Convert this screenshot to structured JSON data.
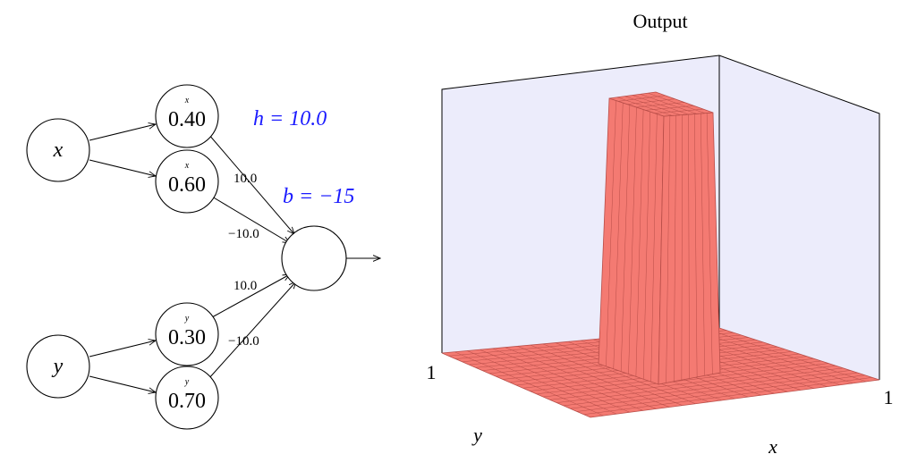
{
  "network": {
    "inputs": [
      {
        "id": "x",
        "label": "x"
      },
      {
        "id": "y",
        "label": "y"
      }
    ],
    "hidden": [
      {
        "input": "x",
        "superscript": "x",
        "value": "0.40"
      },
      {
        "input": "x",
        "superscript": "x",
        "value": "0.60"
      },
      {
        "input": "y",
        "superscript": "y",
        "value": "0.30"
      },
      {
        "input": "y",
        "superscript": "y",
        "value": "0.70"
      }
    ],
    "weights": [
      "10.0",
      "−10.0",
      "10.0",
      "−10.0"
    ],
    "h_label": "h = 10.0",
    "b_label": "b = −15"
  },
  "plot": {
    "title": "Output",
    "x_axis_label": "x",
    "y_axis_label": "y",
    "x_tick": "1",
    "y_tick": "1",
    "surface_color": "#f47a72",
    "wall_color": "#ececfb",
    "annotation_color": "#1a1aff"
  }
}
